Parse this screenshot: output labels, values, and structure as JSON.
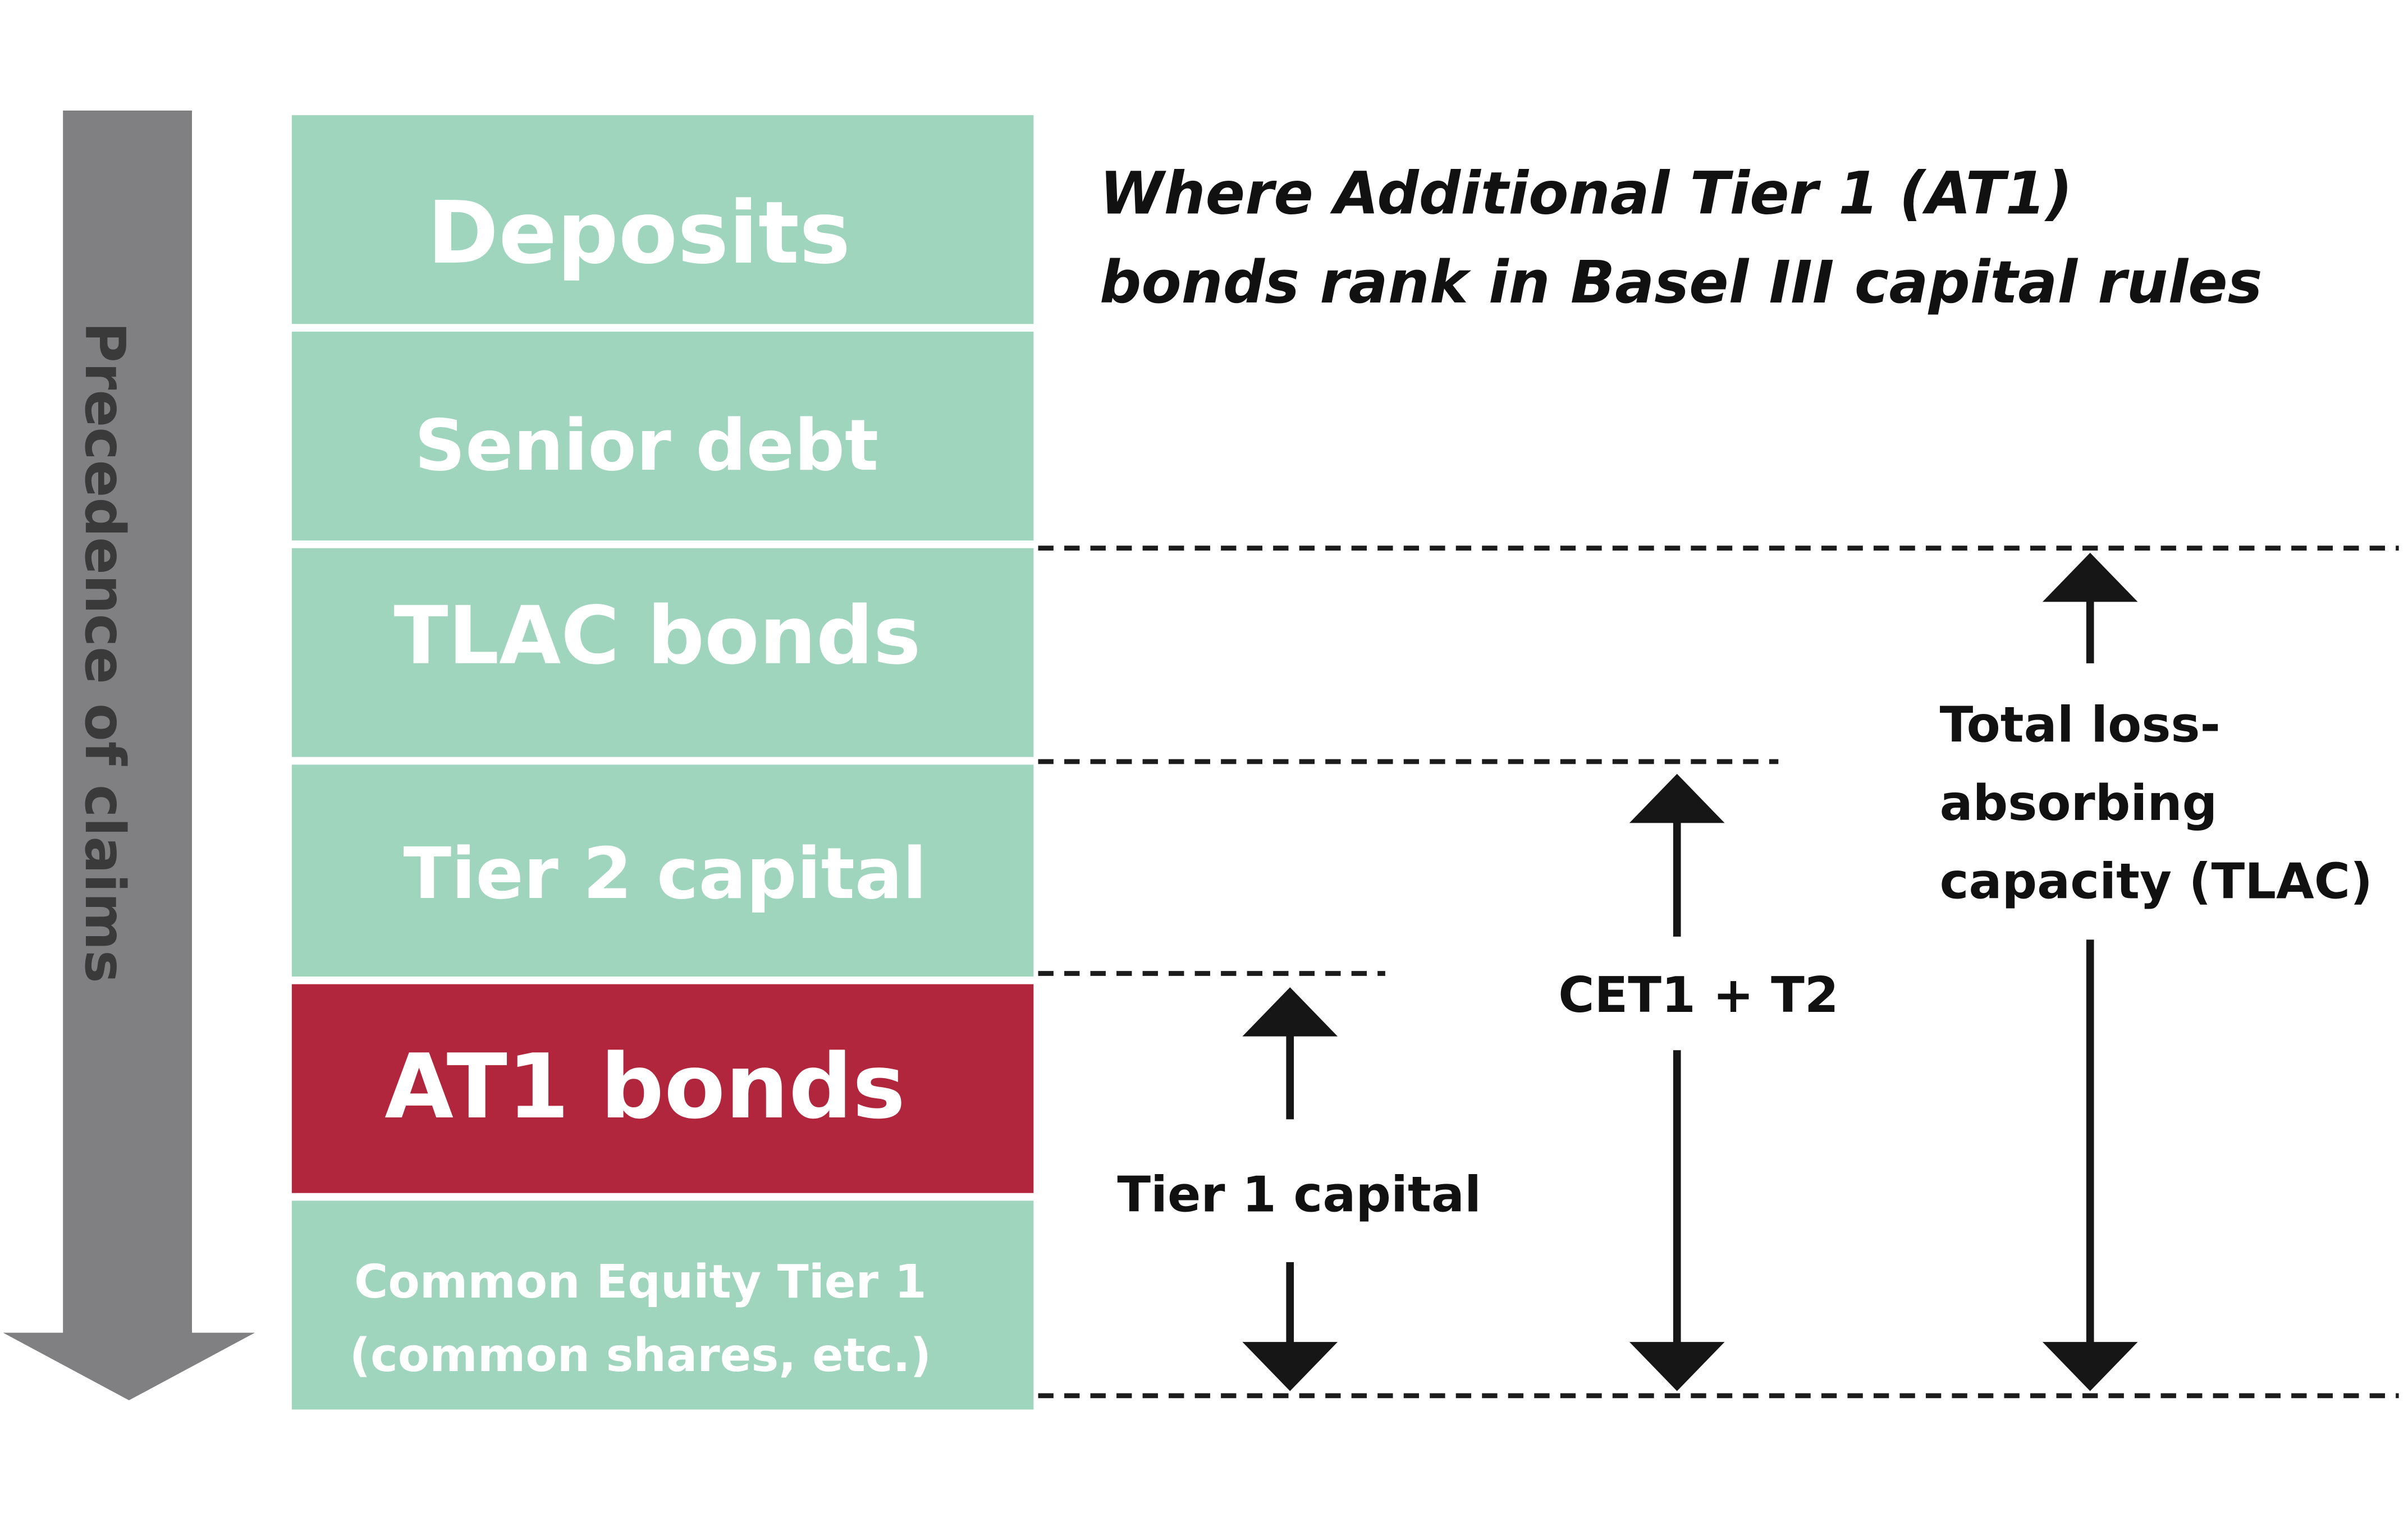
{
  "title": {
    "line1": "Where Additional Tier 1 (AT1)",
    "line2": "bonds rank in Basel III capital rules"
  },
  "precedence_label": "Precedence of claims",
  "tiers": [
    {
      "key": "deposits",
      "label": "Deposits",
      "color": "#9fd5bd"
    },
    {
      "key": "senior-debt",
      "label": "Senior debt",
      "color": "#9fd5bd"
    },
    {
      "key": "tlac-bonds",
      "label": "TLAC bonds",
      "color": "#9fd5bd"
    },
    {
      "key": "tier2-capital",
      "label": "Tier 2 capital",
      "color": "#9fd5bd"
    },
    {
      "key": "at1-bonds",
      "label": "AT1 bonds",
      "color": "#b2263d",
      "highlighted": true
    },
    {
      "key": "cet1",
      "label_line1": "Common Equity Tier 1",
      "label_line2": "(common shares, etc.)",
      "color": "#9fd5bd"
    }
  ],
  "measures": {
    "tier1": {
      "label": "Tier 1 capital"
    },
    "cet1_t2": {
      "label": "CET1 + T2"
    },
    "tlac": {
      "label_line1": "Total loss-",
      "label_line2": "absorbing",
      "label_line3": "capacity (TLAC)"
    }
  },
  "colors": {
    "equity_green": "#9fd5bd",
    "at1_red": "#b2263d",
    "precedence_arrow": "#808083",
    "ink": "#161616"
  }
}
